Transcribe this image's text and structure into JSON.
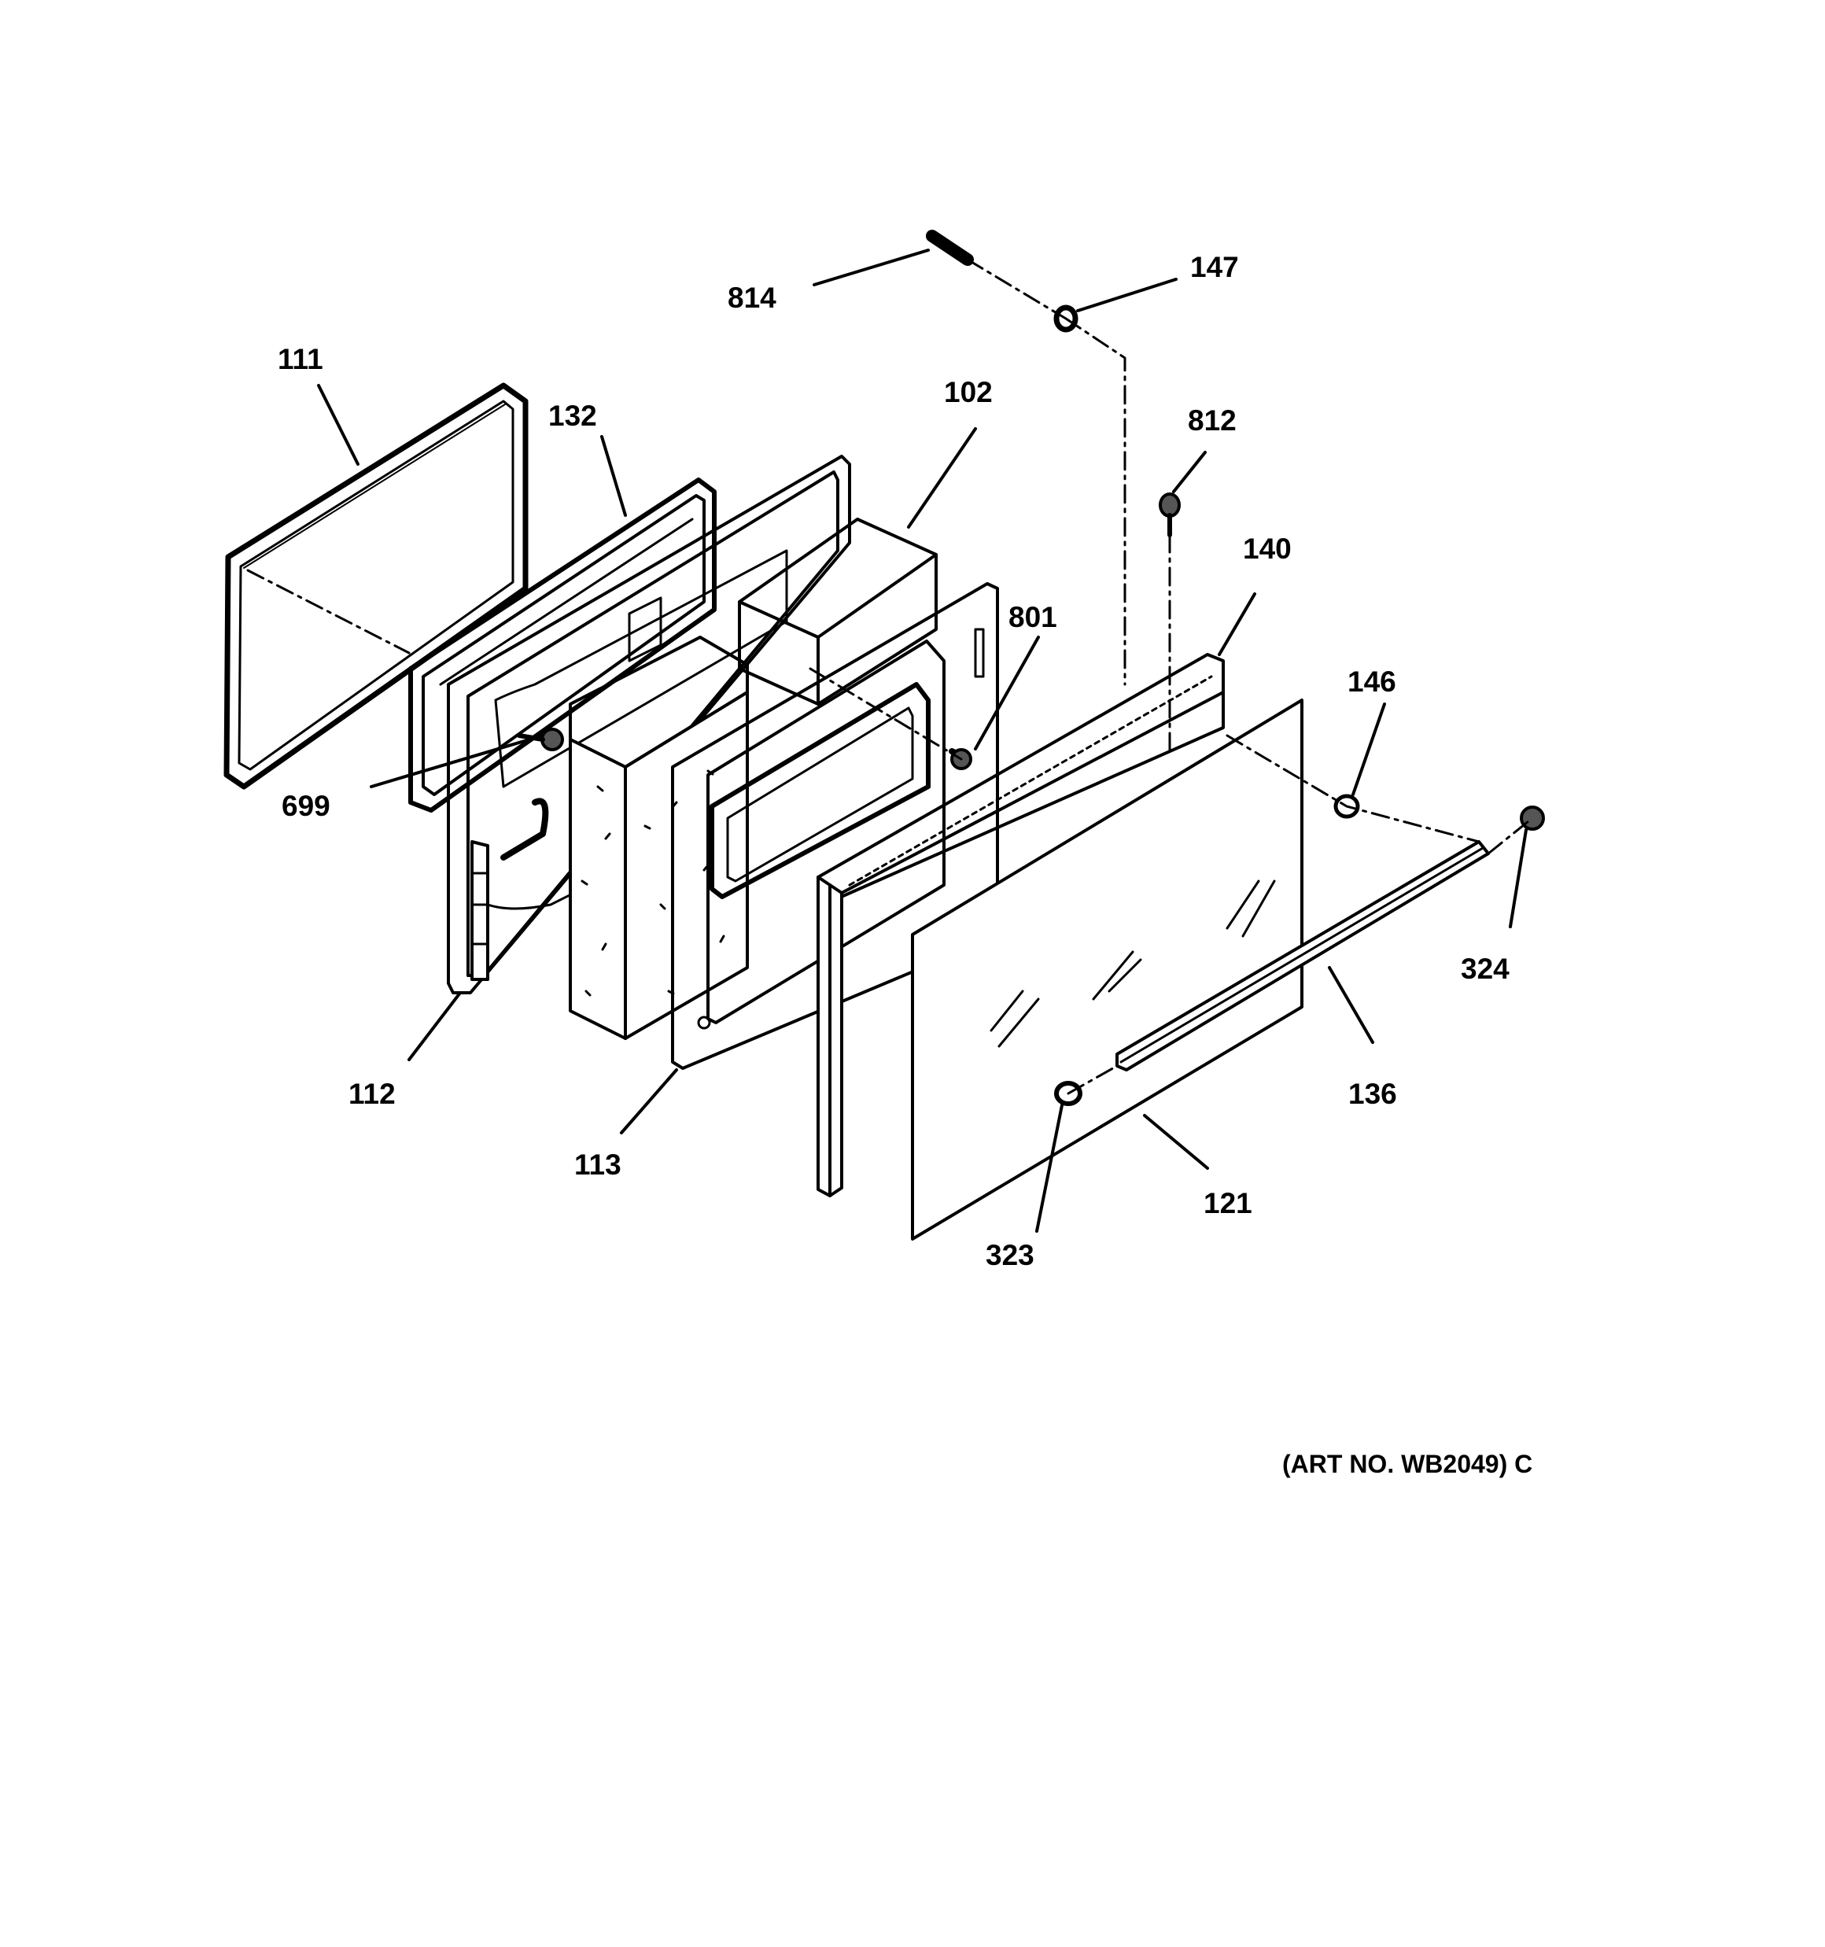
{
  "callouts": {
    "p111": "111",
    "p132": "132",
    "p102": "102",
    "p814": "814",
    "p147": "147",
    "p812": "812",
    "p140": "140",
    "p801": "801",
    "p146": "146",
    "p699": "699",
    "p324": "324",
    "p112": "112",
    "p136": "136",
    "p113": "113",
    "p121": "121",
    "p323": "323"
  },
  "art_number": "(ART NO. WB2049) C"
}
